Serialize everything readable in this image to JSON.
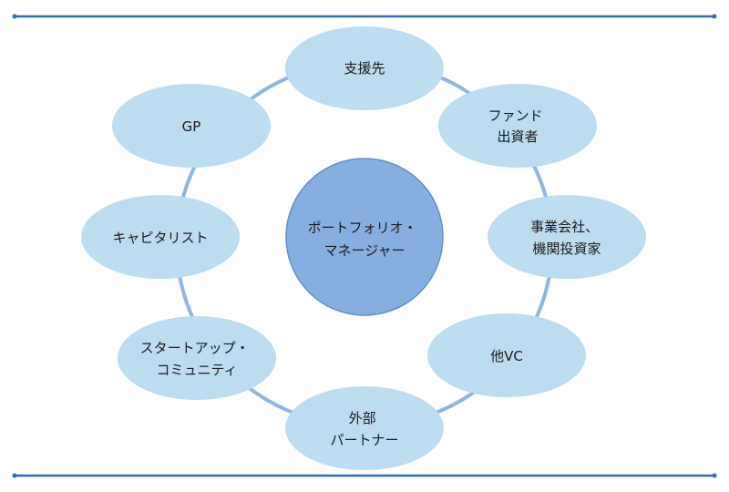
{
  "diagram": {
    "center": {
      "lines": [
        "ポートフォリオ・",
        "マネージャー"
      ]
    },
    "nodes": [
      {
        "id": "support",
        "lines": [
          "支援先"
        ]
      },
      {
        "id": "fund-investors",
        "lines": [
          "ファンド",
          "出資者"
        ]
      },
      {
        "id": "corporate",
        "lines": [
          "事業会社、",
          "機関投資家"
        ]
      },
      {
        "id": "other-vc",
        "lines": [
          "他VC"
        ]
      },
      {
        "id": "partners",
        "lines": [
          "外部",
          "パートナー"
        ]
      },
      {
        "id": "startup-community",
        "lines": [
          "スタートアップ・",
          "コミュニティ"
        ]
      },
      {
        "id": "capitalist",
        "lines": [
          "キャピタリスト"
        ]
      },
      {
        "id": "gp",
        "lines": [
          "GP"
        ]
      }
    ],
    "colors": {
      "node_fill": "#bcdcf0",
      "center_fill": "#86afe0",
      "center_stroke": "#5f8fc8",
      "ring": "#8fb6df",
      "frame_line": "#2e6fb5"
    }
  }
}
